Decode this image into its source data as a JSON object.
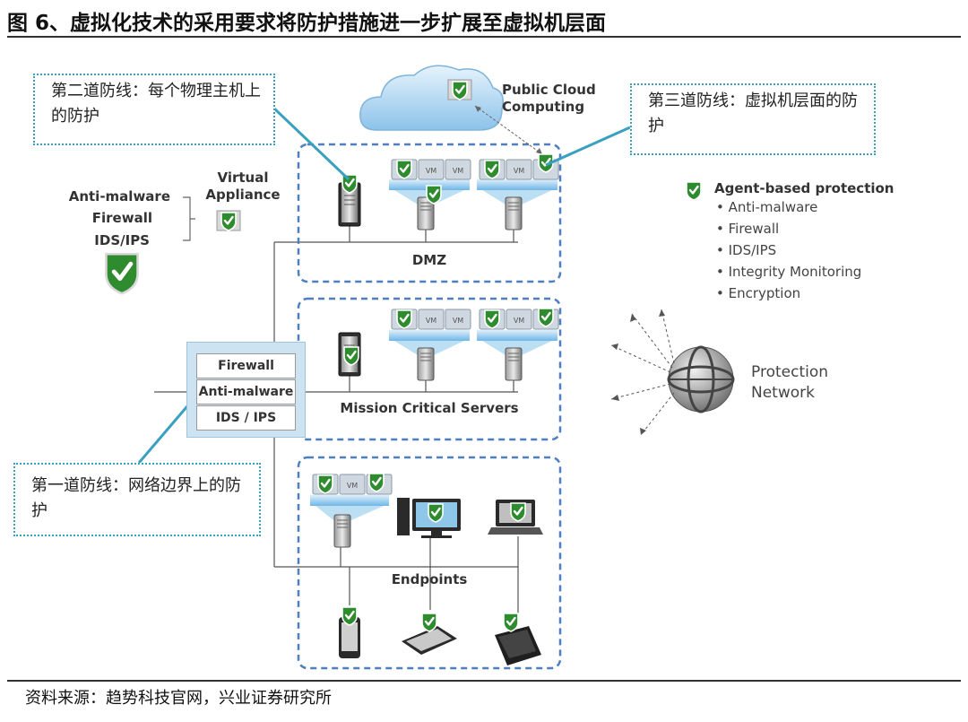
{
  "title": "图 6、虚拟化技术的采用要求将防护措施进一步扩展至虚拟机层面",
  "source": "资料来源：趋势科技官网，兴业证券研究所",
  "callouts": {
    "second_line": "第二道防线：每个物理主机上的防护",
    "third_line": "第三道防线：虚拟机层面的防护",
    "first_line": "第一道防线：网络边界上的防护"
  },
  "left_panel": {
    "features": [
      "Anti-malware",
      "Firewall",
      "IDS/IPS"
    ],
    "virtual_appliance": "Virtual Appliance"
  },
  "cloud": {
    "label": "Public Cloud Computing"
  },
  "legend": {
    "title": "Agent-based protection",
    "items": [
      "Anti-malware",
      "Firewall",
      "IDS/IPS",
      "Integrity Monitoring",
      "Encryption"
    ]
  },
  "protection_network": {
    "label": "Protection Network"
  },
  "firewall_box": {
    "rows": [
      "Firewall",
      "Anti-malware",
      "IDS / IPS"
    ]
  },
  "zones": {
    "dmz": "DMZ",
    "mission": "Mission Critical Servers",
    "endpoints": "Endpoints"
  },
  "vm_label": "VM",
  "colors": {
    "accent": "#3aa0c0",
    "zone_border": "#4f7fbf",
    "shield_green": "#2e8b2e",
    "text_dark": "#222222"
  },
  "icons": [
    "shield-check-icon",
    "server-icon",
    "cloud-icon",
    "globe-icon",
    "monitor-icon",
    "laptop-icon",
    "phone-icon",
    "tablet-icon"
  ]
}
